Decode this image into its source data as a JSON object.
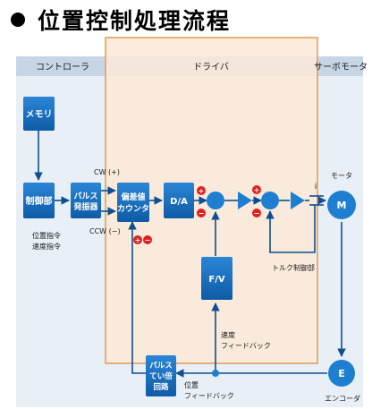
{
  "title": "位置控制処理流程",
  "sections": {
    "controller": "コントローラ",
    "driver": "ドライバ",
    "servo_motor": "サーボモータ"
  },
  "blocks": {
    "memory": "メモリ",
    "control_unit": "制御部",
    "pulse_gen_line1": "パルス",
    "pulse_gen_line2": "発振器",
    "counter_line1": "偏差値",
    "counter_line2": "カウンタ",
    "da": "D/A",
    "fv": "F/V",
    "pulse_mult_line1": "パルス",
    "pulse_mult_line2": "てい倍",
    "pulse_mult_line3": "回路",
    "motor": "M",
    "encoder": "E"
  },
  "labels": {
    "cw": "CW (+)",
    "ccw": "CCW (−)",
    "position_cmd": "位置指令",
    "speed_cmd": "速度指令",
    "motor": "モータ",
    "current": "i",
    "torque_ctrl": "トルク制御部",
    "speed_fb_line1": "速度",
    "speed_fb_line2": "フィードバック",
    "position_fb_line1": "位置",
    "position_fb_line2": "フィードバック",
    "encoder": "エンコーダ"
  },
  "signs": {
    "plus": "+",
    "minus": "−"
  },
  "colors": {
    "block": "#1768b4",
    "junction": "#1e7fd0",
    "driver_bg": "#fbe9d7",
    "driver_border": "#e39a55",
    "header_bg": "#c7d6e7",
    "panel_bg": "#e9eff6",
    "sign": "#e02020",
    "line": "#0d4f8f"
  }
}
